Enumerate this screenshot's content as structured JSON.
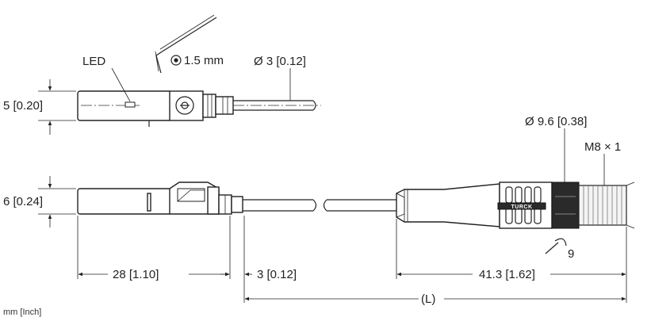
{
  "labels": {
    "led": "LED",
    "hex_key": "1.5 mm",
    "cable_diameter": "Ø 3 [0.12]",
    "height_top": "5 [0.20]",
    "height_bottom": "6 [0.24]",
    "length_body": "28 [1.10]",
    "length_cable_exit": "3 [0.12]",
    "connector_diameter": "Ø 9.6 [0.38]",
    "thread": "M8 × 1",
    "wrench_size": "9",
    "length_connector": "41.3 [1.62]",
    "total_length": "(L)",
    "units": "mm [Inch]",
    "brand": "TURCK"
  }
}
